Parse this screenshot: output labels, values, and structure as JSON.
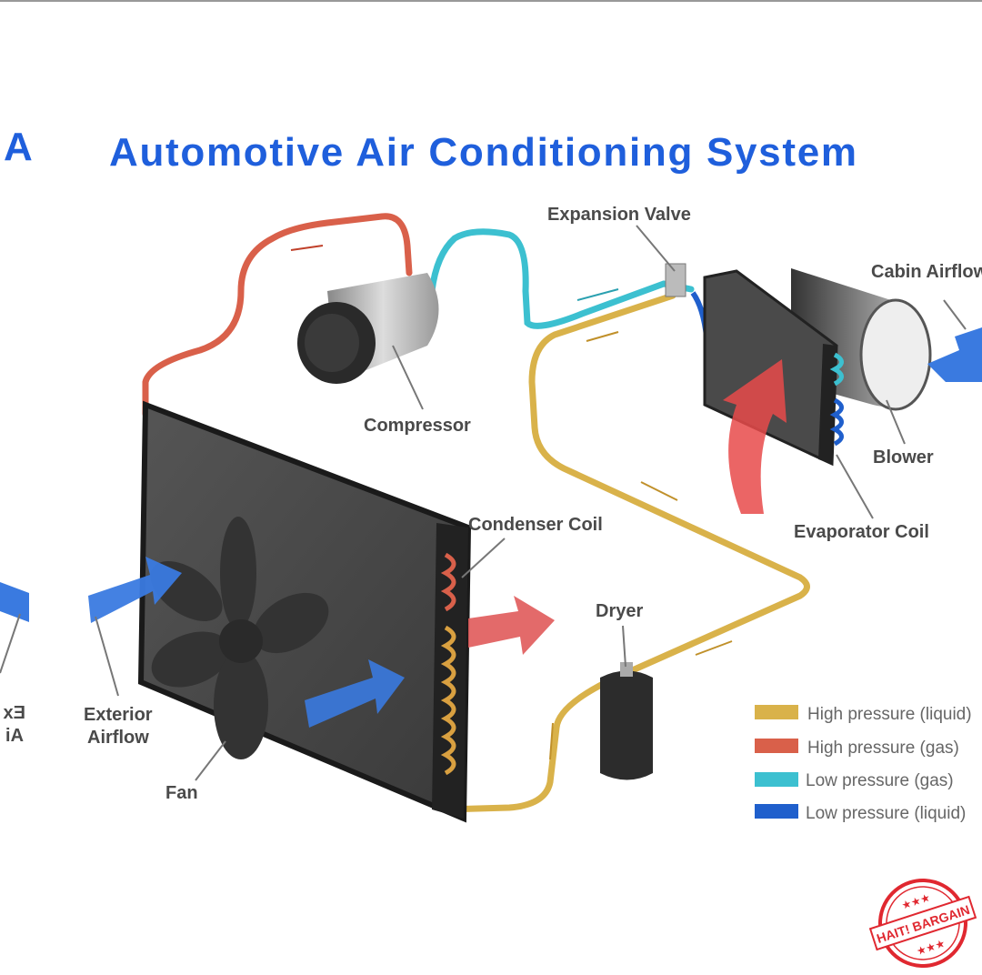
{
  "title": "Automotive Air Conditioning System",
  "title_fragment_left": "A",
  "mirrored_label": {
    "line1": "Ex",
    "line2": "Ai"
  },
  "labels": {
    "expansion_valve": "Expansion Valve",
    "cabin_airflow": "Cabin Airflow",
    "compressor": "Compressor",
    "blower": "Blower",
    "evaporator_coil": "Evaporator Coil",
    "condenser_coil": "Condenser Coil",
    "dryer": "Dryer",
    "exterior_airflow_1": "Exterior",
    "exterior_airflow_2": "Airflow",
    "fan": "Fan"
  },
  "legend": [
    {
      "label": "High pressure (liquid)",
      "color": "#d9b24a"
    },
    {
      "label": "High pressure (gas)",
      "color": "#d9604a"
    },
    {
      "label": "Low pressure (gas)",
      "color": "#3cc0d0"
    },
    {
      "label": "Low pressure (liquid)",
      "color": "#1f5fcc"
    }
  ],
  "stamp": {
    "text": "HAIT! BARGAIN",
    "color": "#e02830"
  }
}
